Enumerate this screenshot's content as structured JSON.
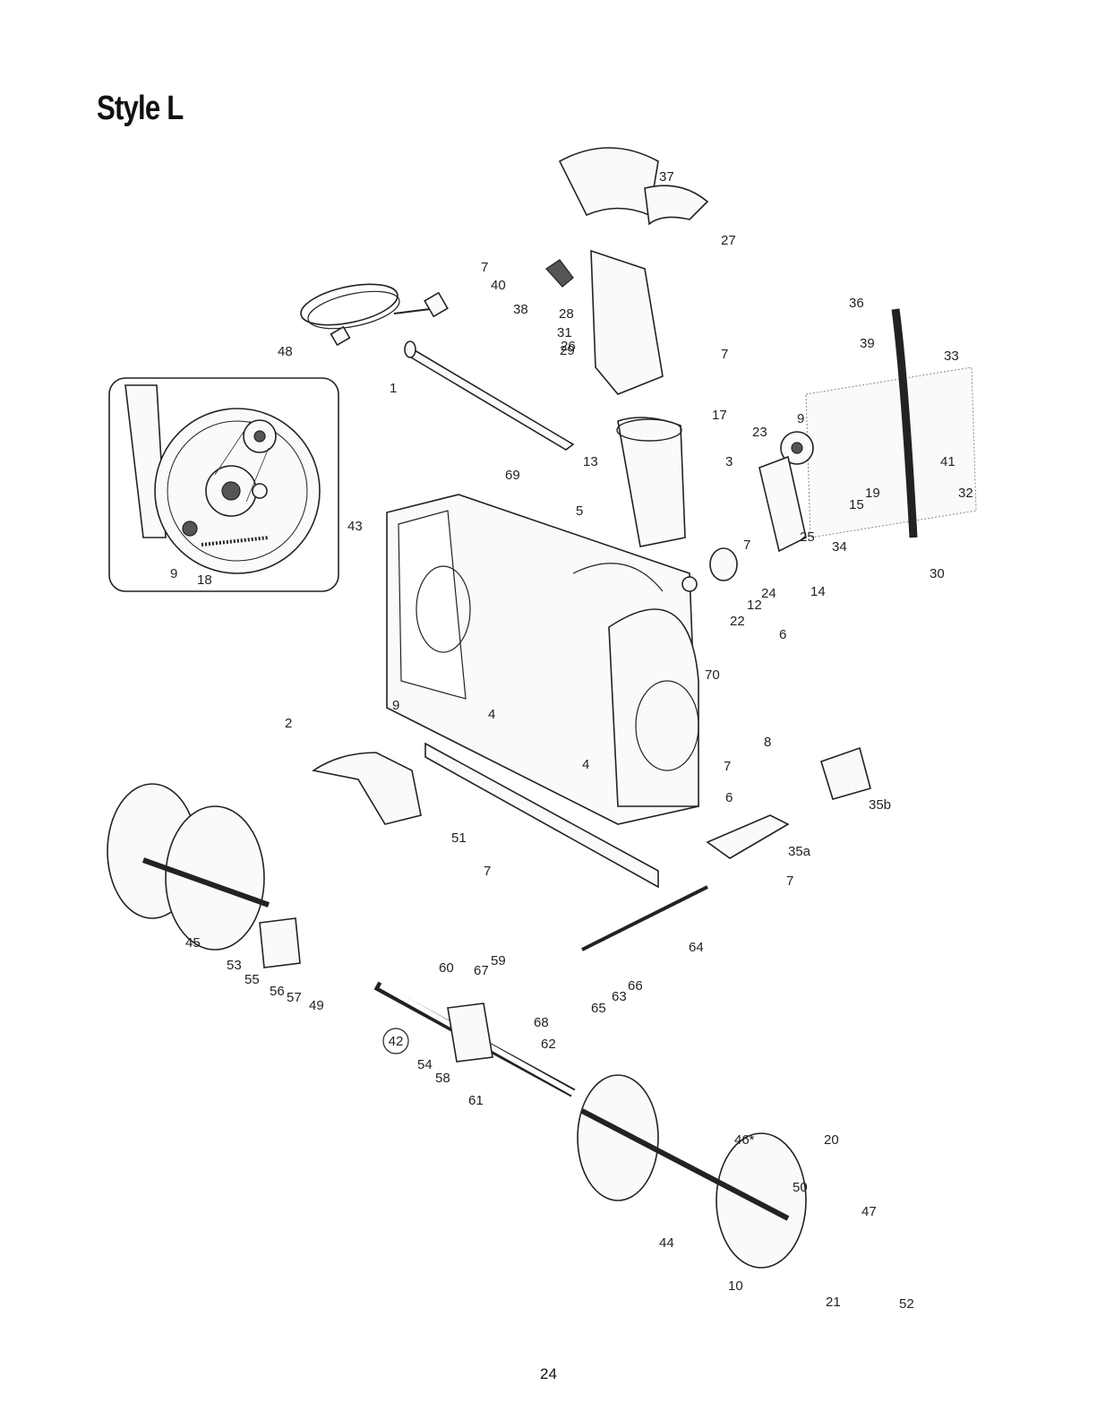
{
  "document": {
    "title": "Style L",
    "page_number": "24",
    "circled_label": "42",
    "callouts": [
      "1",
      "2",
      "3",
      "4",
      "4",
      "5",
      "6",
      "6",
      "7",
      "7",
      "7",
      "7",
      "7",
      "7",
      "8",
      "9",
      "9",
      "9",
      "10",
      "12",
      "13",
      "14",
      "15",
      "17",
      "18",
      "19",
      "20",
      "21",
      "22",
      "23",
      "24",
      "25",
      "26",
      "27",
      "28",
      "29",
      "30",
      "31",
      "32",
      "33",
      "34",
      "35a",
      "35b",
      "36",
      "37",
      "38",
      "39",
      "40",
      "41",
      "43",
      "44",
      "45",
      "46*",
      "47",
      "48",
      "49",
      "50",
      "51",
      "52",
      "53",
      "54",
      "55",
      "56",
      "57",
      "58",
      "59",
      "60",
      "61",
      "62",
      "63",
      "64",
      "65",
      "66",
      "67",
      "68",
      "69",
      "70"
    ]
  }
}
